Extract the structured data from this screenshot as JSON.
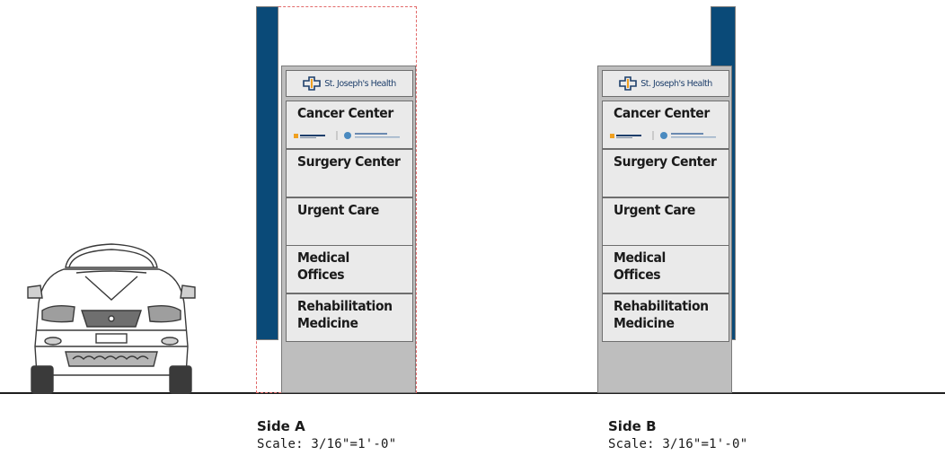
{
  "brand": {
    "name": "St. Joseph's Health",
    "icon": "cross-icon",
    "color": "#1e3f6b",
    "accent": "#f0a020"
  },
  "signs": [
    {
      "caption": "Side A",
      "scale": "Scale: 3/16\"=1'-0\"",
      "tenants": [
        "Cancer Center",
        "Surgery Center",
        "Urgent Care",
        "Medical Offices",
        "Rehabilitation Medicine"
      ]
    },
    {
      "caption": "Side B",
      "scale": "Scale: 3/16\"=1'-0\"",
      "tenants": [
        "Cancer Center",
        "Surgery Center",
        "Urgent Care",
        "Medical Offices",
        "Rehabilitation Medicine"
      ]
    }
  ],
  "colors": {
    "pylon_blue": "#0a4a78",
    "sign_gray": "#bebebe",
    "panel": "#eaeaea",
    "outline_dashed": "#e26a6a"
  }
}
